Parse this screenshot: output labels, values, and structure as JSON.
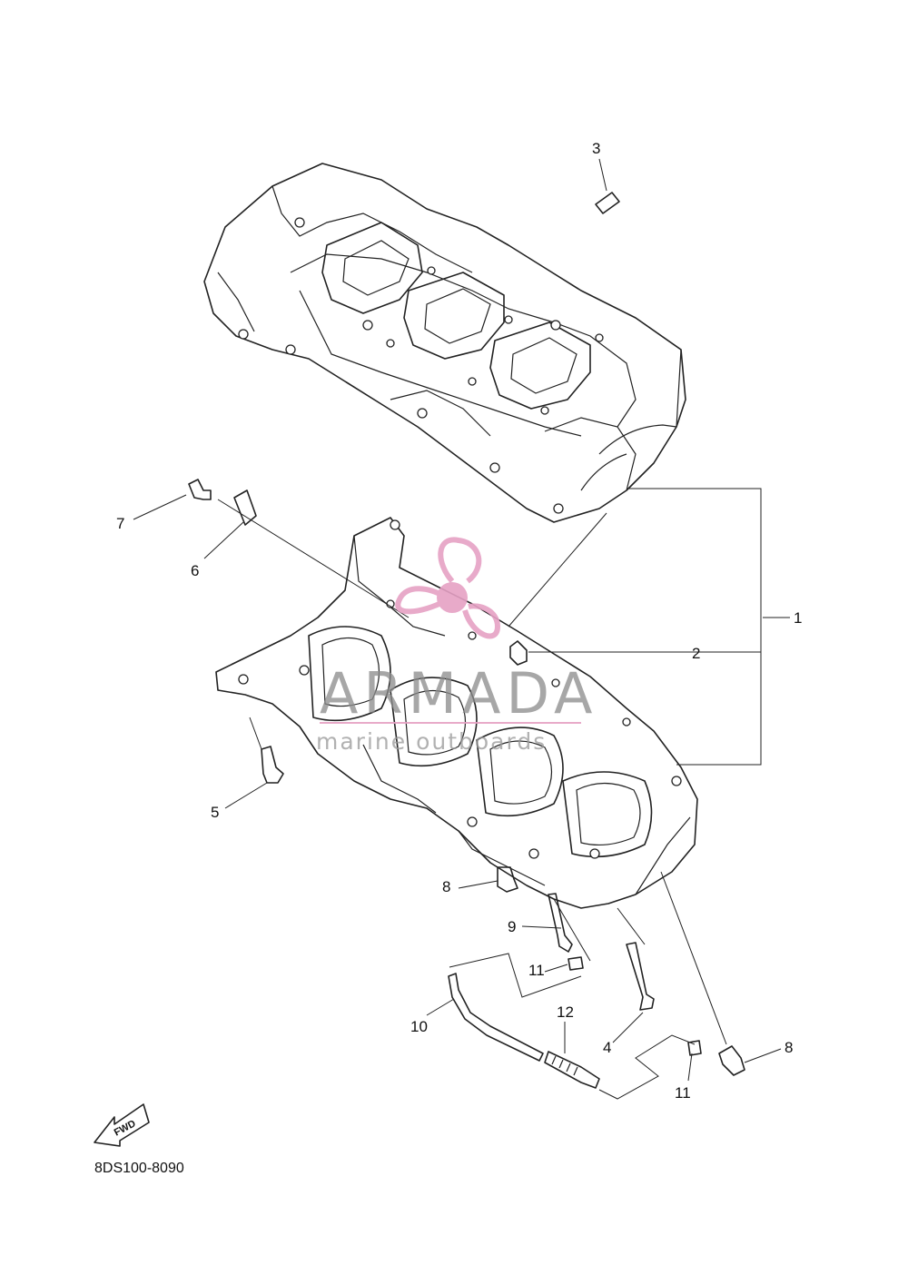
{
  "diagram": {
    "part_code": "8DS100-8090",
    "fwd_label": "FWD",
    "callouts": [
      "1",
      "2",
      "3",
      "4",
      "5",
      "6",
      "7",
      "8",
      "8",
      "9",
      "10",
      "11",
      "11",
      "12"
    ]
  },
  "watermark": {
    "brand": "ARMADA",
    "tagline": "marine outboards",
    "colors": {
      "logo": "#e6a1c4",
      "text": "#8c8c8c"
    }
  }
}
